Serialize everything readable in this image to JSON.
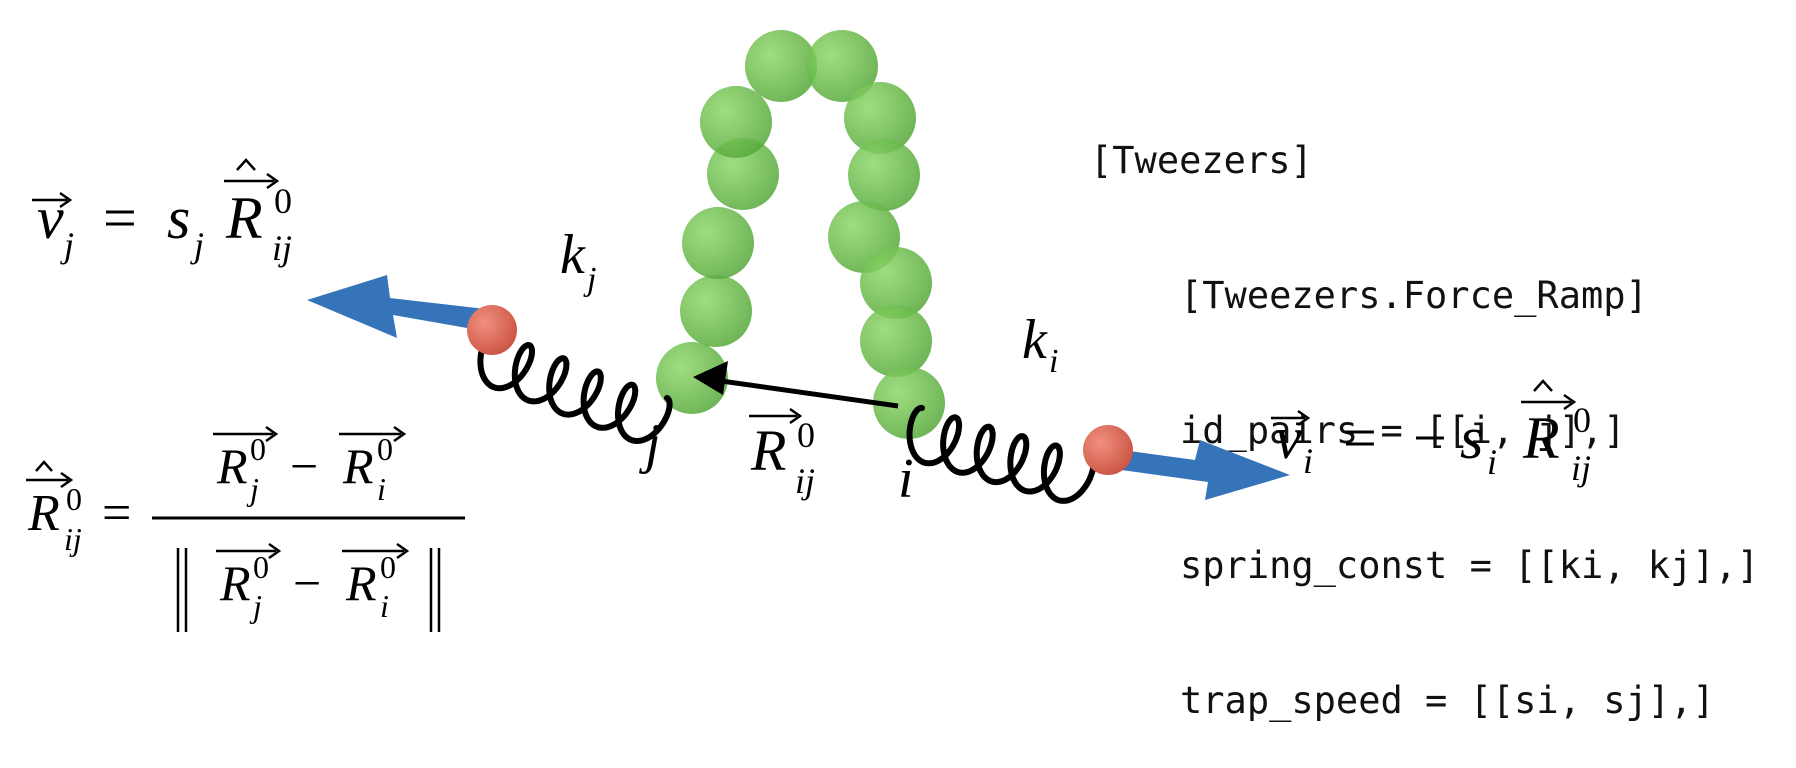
{
  "config": {
    "lines": [
      {
        "text": "[Tweezers]",
        "indent": 0
      },
      {
        "text": "[Tweezers.Force_Ramp]",
        "indent": 1
      },
      {
        "text": "id_pairs = [[i, j],]",
        "indent": 1
      },
      {
        "text": "spring_const = [[ki, kj],]",
        "indent": 1
      },
      {
        "text": "trap_speed = [[si, sj],]",
        "indent": 1
      }
    ]
  },
  "labels": {
    "v": "v",
    "R": "R",
    "k": "k",
    "s": "s",
    "i": "i",
    "j": "j",
    "ij": "ij",
    "zero": "0",
    "equals": "=",
    "minus": "−"
  },
  "colors": {
    "bead": "#6cc04a",
    "trap_bead": "#e06a58",
    "force_arrow": "#3674b9",
    "spring": "#000000",
    "separation_arrow": "#000000"
  }
}
